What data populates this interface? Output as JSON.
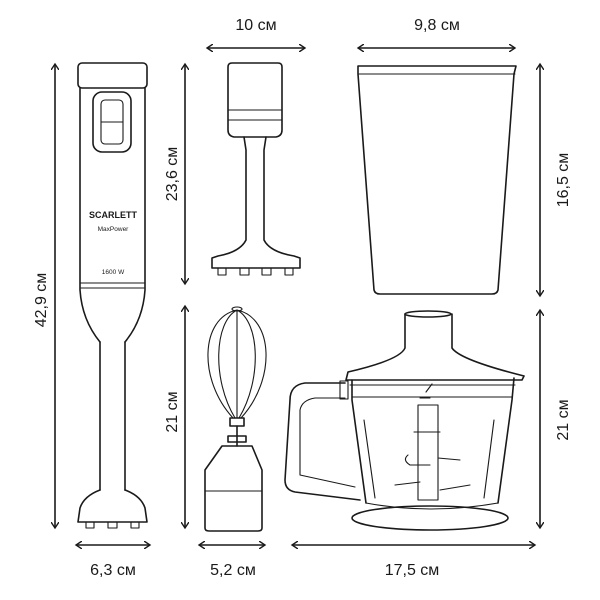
{
  "product": {
    "brand": "SCARLETT",
    "series": "MaxPower",
    "power": "1600 W"
  },
  "dimensions": {
    "blender_height": "42,9 см",
    "blender_width": "6,3 см",
    "masher_width": "10 см",
    "masher_height": "23,6 см",
    "whisk_height": "21 см",
    "whisk_width": "5,2 см",
    "jug_width": "9,8 см",
    "jug_height": "16,5 см",
    "chopper_height": "21 см",
    "chopper_width": "17,5 см"
  },
  "colors": {
    "line": "#1a1a1a",
    "background": "#ffffff"
  }
}
